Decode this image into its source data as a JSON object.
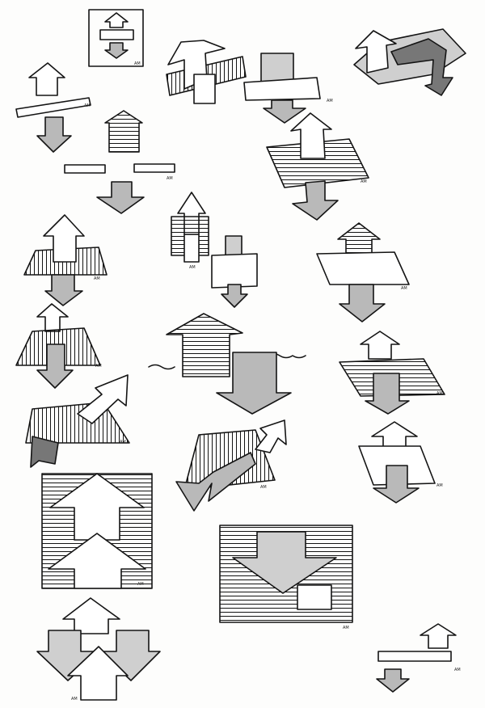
{
  "sketch_sheet": {
    "medium": "ink-on-paper",
    "subject": "arrow-and-plane-diagram-sketches",
    "colors": {
      "paper": "#fdfdfc",
      "ink": "#141414",
      "shade": "#b9b9b9",
      "dark_shade": "#777777"
    },
    "signature_text": "AM"
  }
}
